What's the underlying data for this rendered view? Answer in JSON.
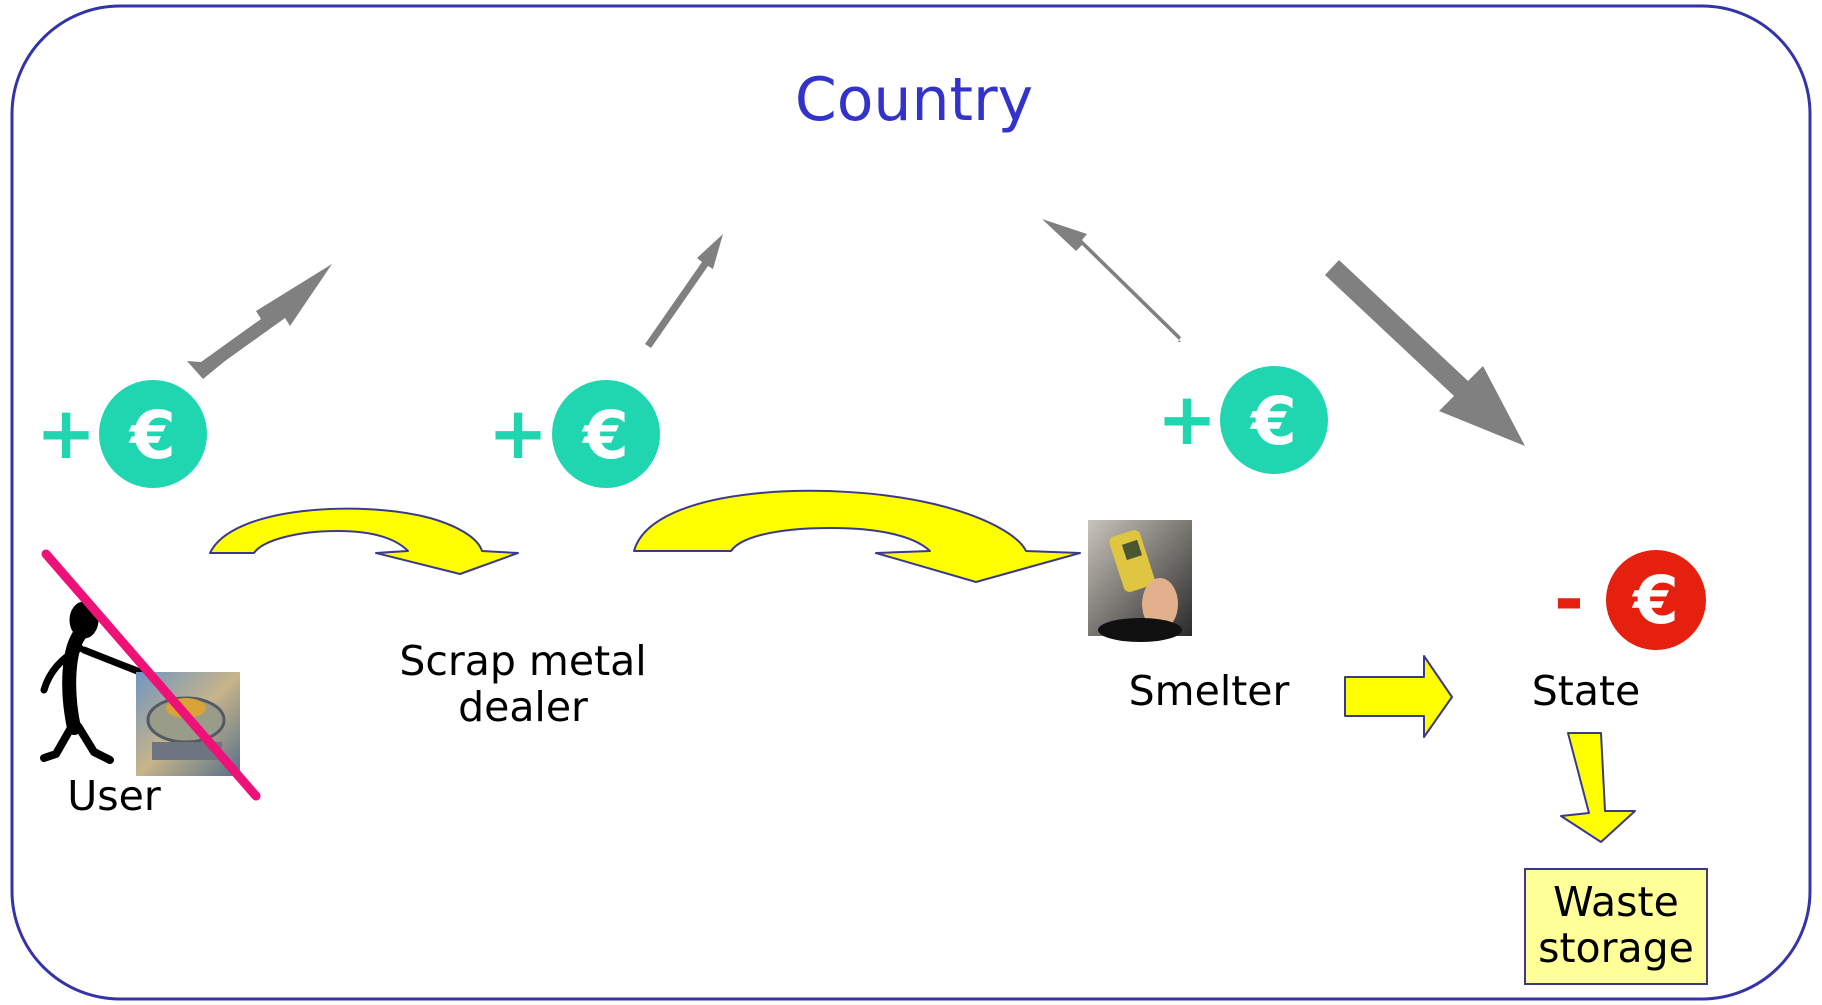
{
  "title": "Country",
  "nodes": {
    "user": "User",
    "dealer_line1": "Scrap metal",
    "dealer_line2": "dealer",
    "smelter": "Smelter",
    "state": "State",
    "waste_line1": "Waste",
    "waste_line2": "storage"
  },
  "coins": {
    "gain_sign": "+",
    "loss_sign": "-",
    "euro": "€"
  },
  "icons": {
    "user": "stick-figure-icon",
    "scrap_item": "scrap-metal-photo-icon",
    "crossed_out": "red-strike-icon",
    "detector": "radiation-detector-photo-icon"
  },
  "colors": {
    "border": "#3333aa",
    "title": "#3333cc",
    "gain_coin": "#1fd6b0",
    "loss_coin": "#e6200f",
    "money_arrow": "#808080",
    "material_arrow": "#ffff00",
    "strike": "#ee1177",
    "waste_box": "#ffff99"
  }
}
